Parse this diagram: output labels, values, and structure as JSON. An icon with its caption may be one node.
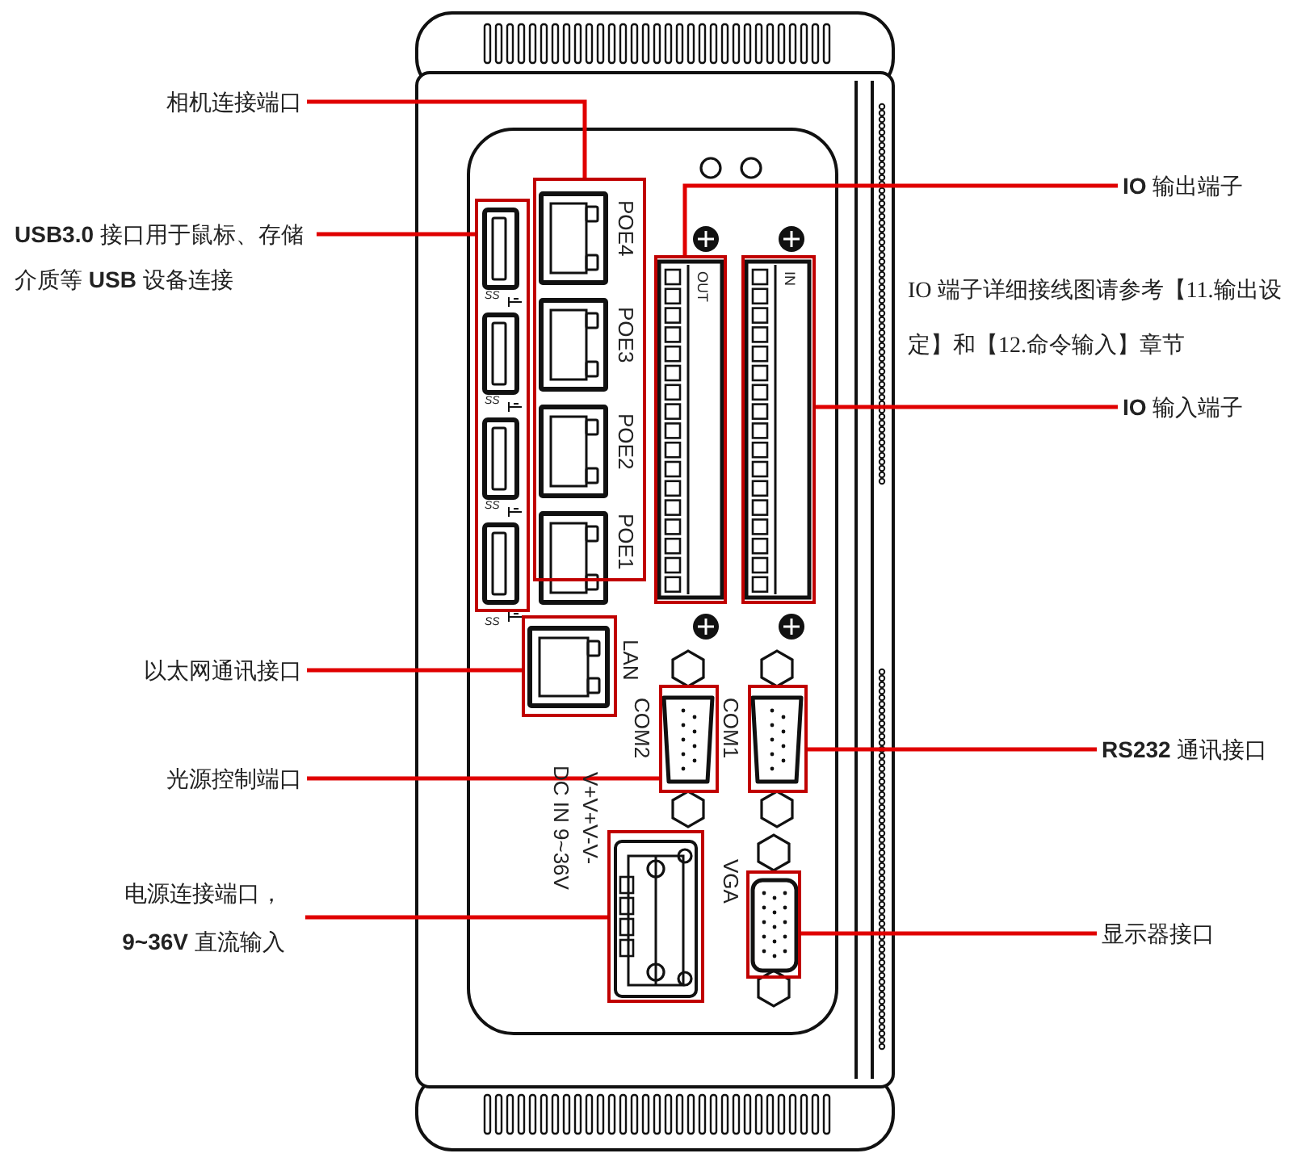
{
  "diagram": {
    "nodes": [
      {
        "text": [
          "相机连接端口"
        ]
      },
      {
        "text": [
          "**USB3.0** 接口用于鼠标、存储介质等 **USB** 设备连接"
        ]
      },
      {
        "text": [
          "以太网通讯接口"
        ]
      },
      {
        "text": [
          "光源控制端口"
        ]
      },
      {
        "text": [
          "电源连接端口，**9~36V** 直流输入"
        ]
      },
      {
        "text": [
          "**IO** 输出端子"
        ]
      },
      {
        "text": [
          "**IO** 输入端子"
        ]
      },
      {
        "text": [
          "**RS232** 通讯接口"
        ]
      },
      {
        "text": [
          "显示器接口"
        ]
      },
      {
        "text": [],
        "shape": "box"
      },
      {
        "text": [],
        "shape": "box"
      },
      {
        "text": [],
        "shape": "box"
      },
      {
        "text": [],
        "shape": "box"
      },
      {
        "text": [],
        "shape": "box"
      },
      {
        "text": [],
        "shape": "box"
      },
      {
        "text": [],
        "shape": "box"
      },
      {
        "text": [],
        "shape": "box"
      },
      {
        "text": [],
        "shape": "box"
      }
    ],
    "edges": [
      {
        "from": 0,
        "to": 9,
        "arrow": "none"
      },
      {
        "from": 1,
        "to": 10,
        "arrow": "none"
      },
      {
        "from": 2,
        "to": 11,
        "arrow": "none"
      },
      {
        "from": 3,
        "to": 12,
        "arrow": "none"
      },
      {
        "from": 4,
        "to": 13,
        "arrow": "none"
      },
      {
        "from": 5,
        "to": 14,
        "arrow": "none"
      },
      {
        "from": 6,
        "to": 15,
        "arrow": "none"
      },
      {
        "from": 7,
        "to": 16,
        "arrow": "none"
      },
      {
        "from": 8,
        "to": 17,
        "arrow": "none"
      }
    ],
    "labels": [
      "IO 端子详细接线图请参考【11.输出设定】和【12.命令输入】章节",
      "POE4",
      "POE3",
      "POE2",
      "POE1",
      "OUT",
      "IN",
      "SS",
      "SS",
      "SS",
      "SS",
      "LAN",
      "COM2",
      "COM1",
      "V+V+V-V-",
      "DC IN 9~36V",
      "VGA"
    ]
  }
}
